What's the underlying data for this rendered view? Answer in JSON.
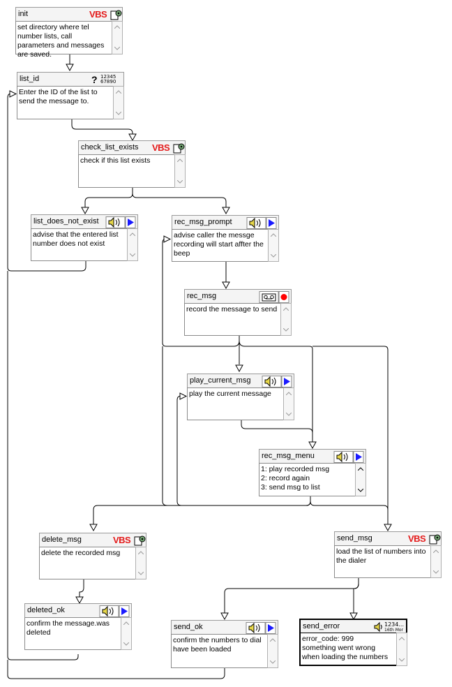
{
  "nodes": {
    "init": {
      "title": "init",
      "desc": "set directory where tel number lists, call parameters and messages are saved.",
      "icon": "vbs-script-icon",
      "icon_text": "VBS"
    },
    "list_id": {
      "title": "list_id",
      "desc": "Enter the ID of the list to send the message to.",
      "icon": "get-digits-icon",
      "icon_text_a": "12345",
      "icon_text_b": "67890",
      "icon_q": "?"
    },
    "check_list_exists": {
      "title": "check_list_exists",
      "desc": "check if this list exists",
      "icon": "vbs-script-icon",
      "icon_text": "VBS"
    },
    "list_does_not_exist": {
      "title": "list_does_not_exist",
      "desc": "advise that the entered list number does not exist",
      "icon": "play-sound-icon"
    },
    "rec_msg_prompt": {
      "title": "rec_msg_prompt",
      "desc": "advise caller the messge recording will start affter the beep",
      "icon": "play-sound-icon"
    },
    "rec_msg": {
      "title": "rec_msg",
      "desc": "record the message to send",
      "icon": "record-tape-icon"
    },
    "play_current_msg": {
      "title": "play_current_msg",
      "desc": "play the current message",
      "icon": "play-sound-icon"
    },
    "rec_msg_menu": {
      "title": "rec_msg_menu",
      "desc": "1: play recorded msg\n2: record again\n3: send msg to list",
      "icon": "play-sound-icon"
    },
    "delete_msg": {
      "title": "delete_msg",
      "desc": "delete the recorded msg",
      "icon": "vbs-script-icon",
      "icon_text": "VBS"
    },
    "send_msg": {
      "title": "send_msg",
      "desc": "load the list of numbers into the dialer",
      "icon": "vbs-script-icon",
      "icon_text": "VBS"
    },
    "deleted_ok": {
      "title": "deleted_ok",
      "desc": "confirm the message.was deleted",
      "icon": "play-sound-icon"
    },
    "send_ok": {
      "title": "send_ok",
      "desc": "confirm the numbers to dial have been loaded",
      "icon": "play-sound-icon"
    },
    "send_error": {
      "title": "send_error",
      "desc": "error_code: 999\nsomething went wrong when loading the numbers",
      "icon": "date-time-icon",
      "icon_text_a": "1234...",
      "icon_text_b": "16th Mor"
    }
  },
  "colors": {
    "wire": "#000000",
    "vbs_red": "#e41b1b",
    "arrow_blue": "#1a1aff",
    "record_red": "#ff0000",
    "speaker_yellow": "#e8d84a"
  }
}
